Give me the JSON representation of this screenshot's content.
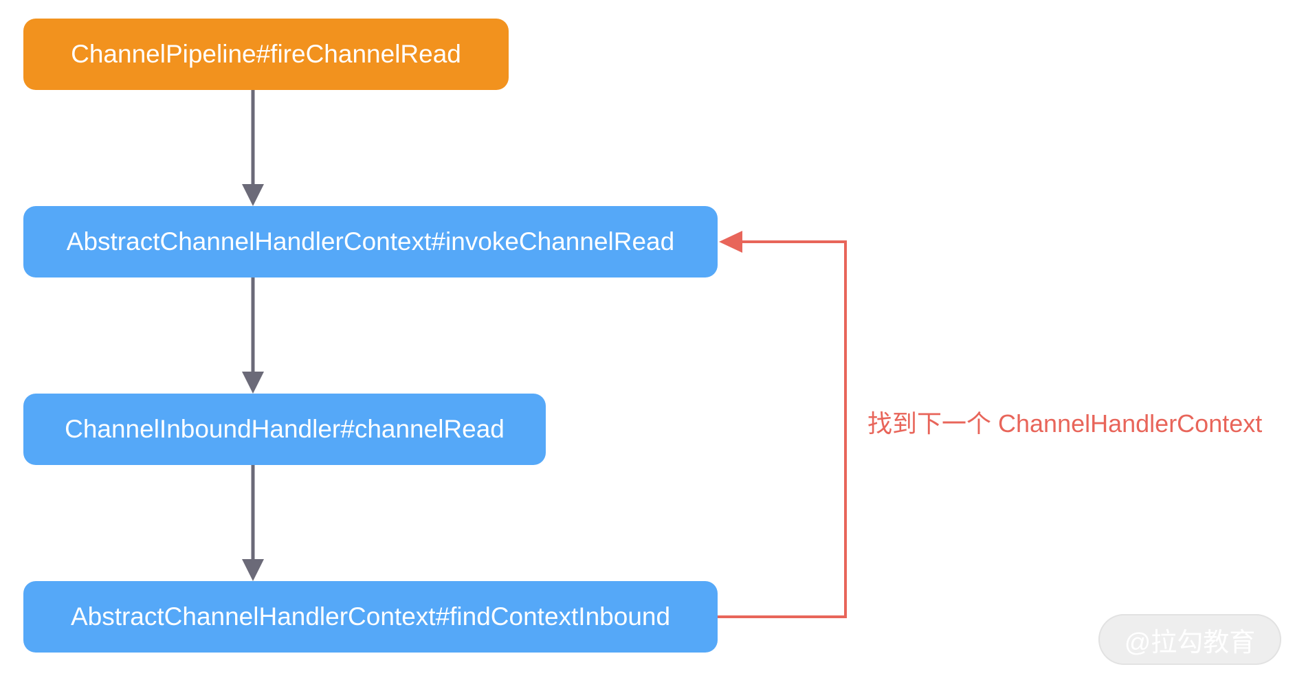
{
  "diagram": {
    "nodes": [
      {
        "id": "n1",
        "label": "ChannelPipeline#fireChannelRead",
        "color": "#F2921E"
      },
      {
        "id": "n2",
        "label": "AbstractChannelHandlerContext#invokeChannelRead",
        "color": "#55A8F8"
      },
      {
        "id": "n3",
        "label": "ChannelInboundHandler#channelRead",
        "color": "#55A8F8"
      },
      {
        "id": "n4",
        "label": "AbstractChannelHandlerContext#findContextInbound",
        "color": "#55A8F8"
      }
    ],
    "edges": [
      {
        "from": "n1",
        "to": "n2",
        "color": "#6B6A78"
      },
      {
        "from": "n2",
        "to": "n3",
        "color": "#6B6A78"
      },
      {
        "from": "n3",
        "to": "n4",
        "color": "#6B6A78"
      },
      {
        "from": "n4",
        "to": "n2",
        "color": "#E8655A",
        "label": "找到下一个 ChannelHandlerContext"
      }
    ]
  },
  "watermark": "@拉勾教育"
}
